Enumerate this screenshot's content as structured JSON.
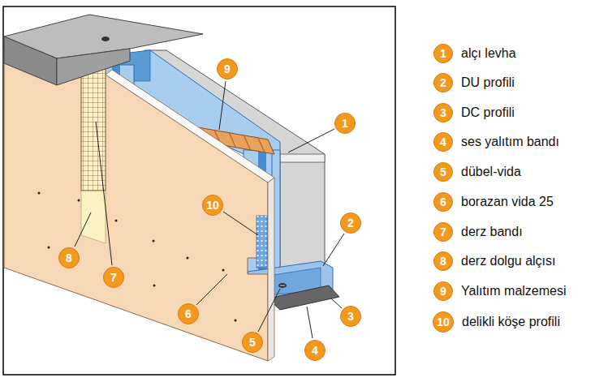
{
  "diagram": {
    "nodes": [
      {
        "text": [
          "9"
        ]
      },
      {
        "text": [
          "1"
        ]
      },
      {
        "text": [
          "10"
        ]
      },
      {
        "text": [
          "2"
        ]
      },
      {
        "text": [
          "8"
        ]
      },
      {
        "text": [
          "7"
        ]
      },
      {
        "text": [
          "6"
        ]
      },
      {
        "text": [
          "3"
        ]
      },
      {
        "text": [
          "5"
        ]
      },
      {
        "text": [
          "4"
        ]
      },
      {
        "text": [
          "1",
          "alçı levha"
        ]
      },
      {
        "text": [
          "2",
          "DU profili"
        ]
      },
      {
        "text": [
          "3",
          "DC profili"
        ]
      },
      {
        "text": [
          "4",
          "ses yalıtım bandı"
        ]
      },
      {
        "text": [
          "5",
          "dübel-vida"
        ]
      },
      {
        "text": [
          "6",
          "borazan vida 25"
        ]
      },
      {
        "text": [
          "7",
          "derz bandı"
        ]
      },
      {
        "text": [
          "8",
          "derz dolgu alçısı"
        ]
      },
      {
        "text": [
          "9",
          "Yalıtım malzemesi"
        ]
      },
      {
        "text": [
          "10",
          "delikli köşe profili"
        ]
      }
    ]
  }
}
